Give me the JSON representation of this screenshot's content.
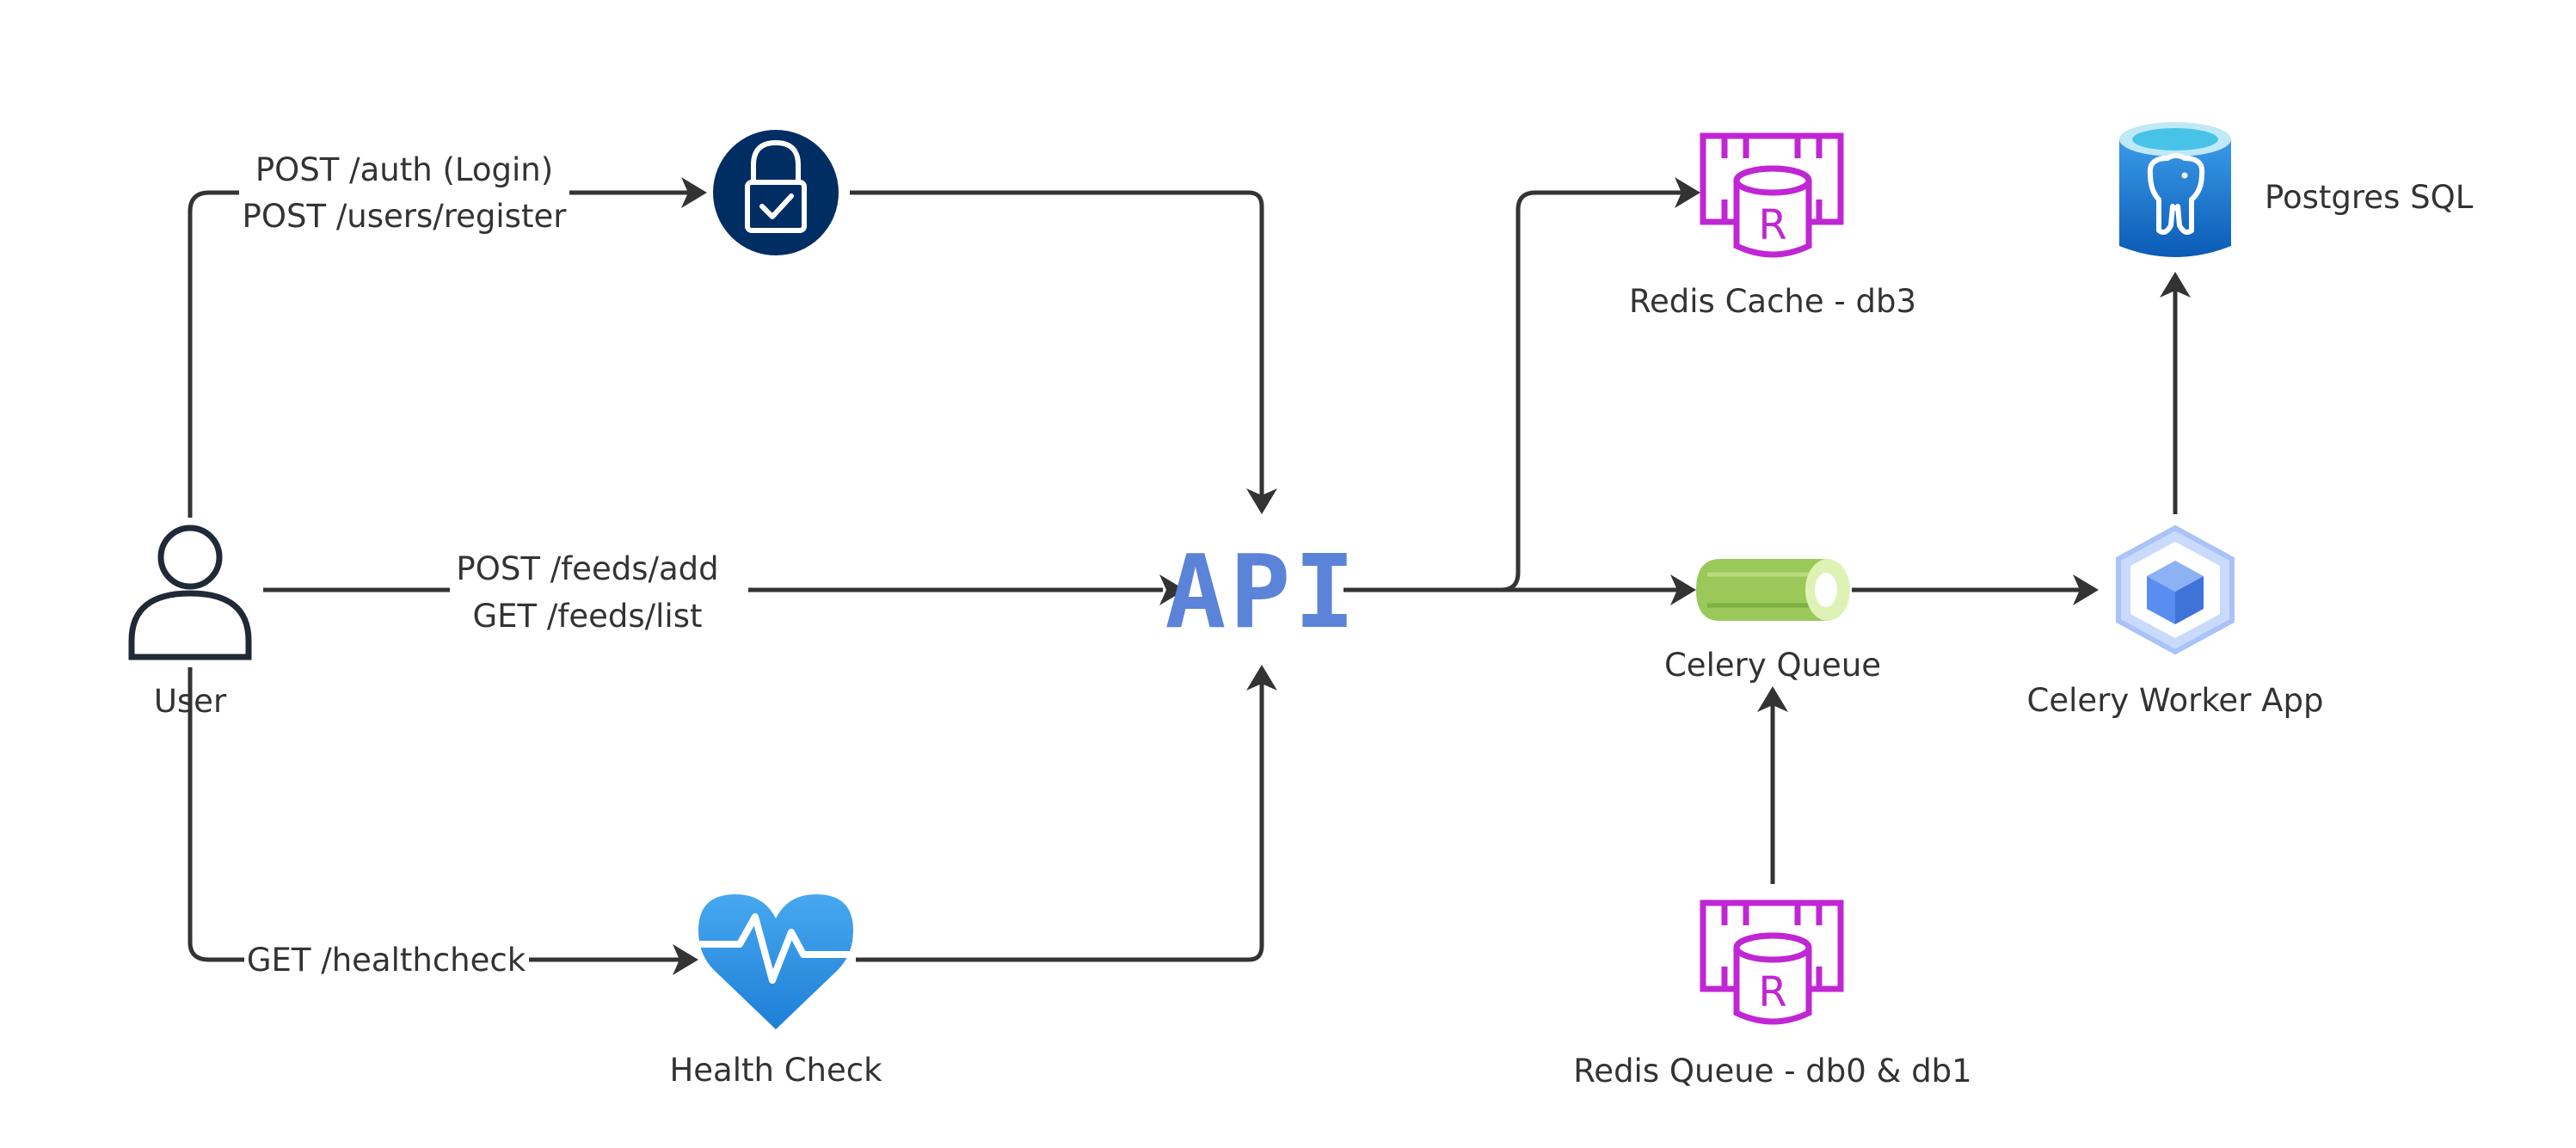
{
  "nodes": {
    "user": {
      "label": "User",
      "icon": "user-icon"
    },
    "auth": {
      "label": "",
      "icon": "lock-check-icon"
    },
    "api": {
      "label": "API",
      "icon": "api-icon",
      "color": "#5b83d7"
    },
    "health_check": {
      "label": "Health Check",
      "icon": "heart-pulse-icon"
    },
    "redis_cache": {
      "label": "Redis Cache - db3",
      "icon": "redis-icon",
      "color": "#c026d3"
    },
    "celery_queue": {
      "label": "Celery Queue",
      "icon": "celery-icon"
    },
    "celery_worker": {
      "label": "Celery Worker App",
      "icon": "cube-hexagon-icon"
    },
    "postgres": {
      "label": "Postgres SQL",
      "icon": "postgres-database-icon"
    },
    "redis_queue": {
      "label": "Redis Queue - db0 & db1",
      "icon": "redis-icon",
      "color": "#c026d3"
    }
  },
  "edges": {
    "user_auth": {
      "lines": [
        "POST /auth (Login)",
        "POST /users/register"
      ]
    },
    "user_api": {
      "lines": [
        "POST /feeds/add",
        "GET /feeds/list"
      ]
    },
    "user_health": {
      "lines": [
        "GET /healthcheck"
      ]
    }
  },
  "colors": {
    "line": "#333333",
    "auth_bg": "#002d62",
    "api": "#5b83d7",
    "redis": "#c026d3",
    "heart": "#2b8fe0",
    "celery_green": "#9ac95a",
    "celery_light": "#dff2b6",
    "worker_blue": "#5a8df0",
    "postgres_blue": "#0f6fd1"
  }
}
